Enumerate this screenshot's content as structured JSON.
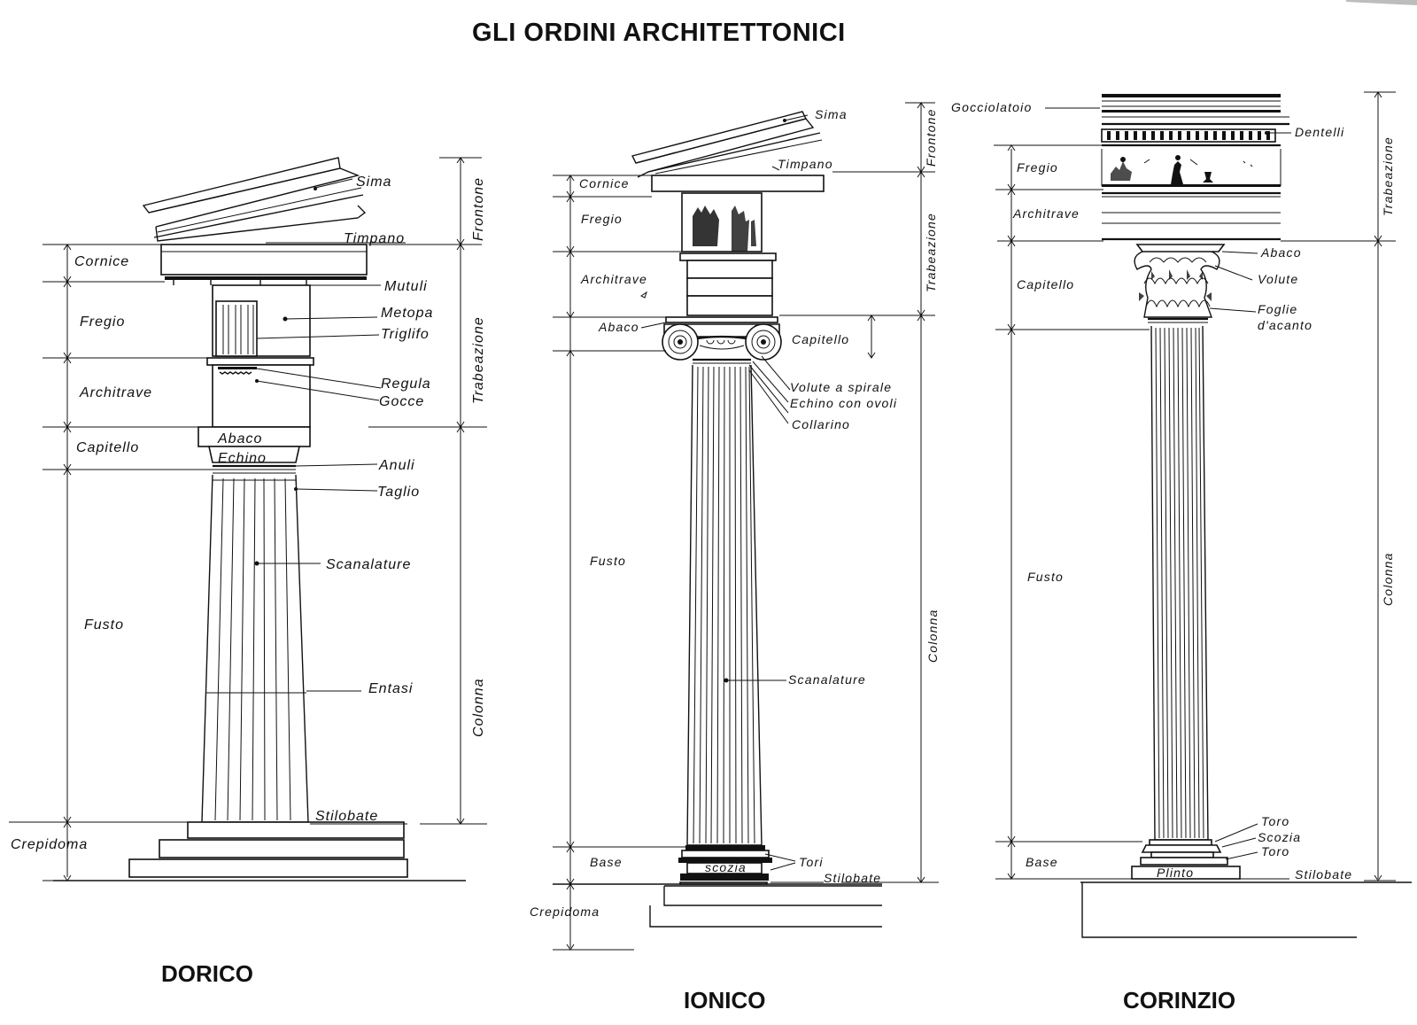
{
  "title": "GLI ORDINI ARCHITETTONICI",
  "orders": {
    "dorico": "DORICO",
    "ionico": "IONICO",
    "corinzio": "CORINZIO"
  },
  "dorico_labels": {
    "cornice": "Cornice",
    "fregio": "Fregio",
    "architrave": "Architrave",
    "capitello": "Capitello",
    "fusto": "Fusto",
    "crepidoma": "Crepidoma",
    "sima": "Sima",
    "timpano": "Timpano",
    "mutuli": "Mutuli",
    "metopa": "Metopa",
    "triglifo": "Triglifo",
    "regula": "Regula",
    "gocce": "Gocce",
    "abaco": "Abaco",
    "echino": "Echino",
    "anuli": "Anuli",
    "taglio": "Taglio",
    "scanalature": "Scanalature",
    "entasi": "Entasi",
    "stilobate": "Stilobate",
    "frontone": "Frontone",
    "trabeazione": "Trabeazione",
    "colonna": "Colonna"
  },
  "ionico_labels": {
    "sima": "Sima",
    "timpano": "Timpano",
    "cornice": "Cornice",
    "fregio": "Fregio",
    "architrave": "Architrave",
    "abaco": "Abaco",
    "capitello": "Capitello",
    "volute_spirale": "Volute a spirale",
    "echino_ovoli": "Echino con ovoli",
    "collarino": "Collarino",
    "fusto": "Fusto",
    "scanalature": "Scanalature",
    "base": "Base",
    "scozia": "scozia",
    "tori": "Tori",
    "stilobate": "Stilobate",
    "crepidoma": "Crepidoma",
    "frontone": "Frontone",
    "trabeazione": "Trabeazione",
    "colonna": "Colonna"
  },
  "corinzio_labels": {
    "gocciolatoio": "Gocciolatoio",
    "dentelli": "Dentelli",
    "fregio": "Fregio",
    "architrave": "Architrave",
    "abaco": "Abaco",
    "volute": "Volute",
    "capitello": "Capitello",
    "foglie": "Foglie",
    "acanto": "d'acanto",
    "fusto": "Fusto",
    "toro1": "Toro",
    "scozia": "Scozia",
    "toro2": "Toro",
    "base": "Base",
    "plinto": "Plinto",
    "stilobate": "Stilobate",
    "trabeazione": "Trabeazione",
    "colonna": "Colonna"
  }
}
